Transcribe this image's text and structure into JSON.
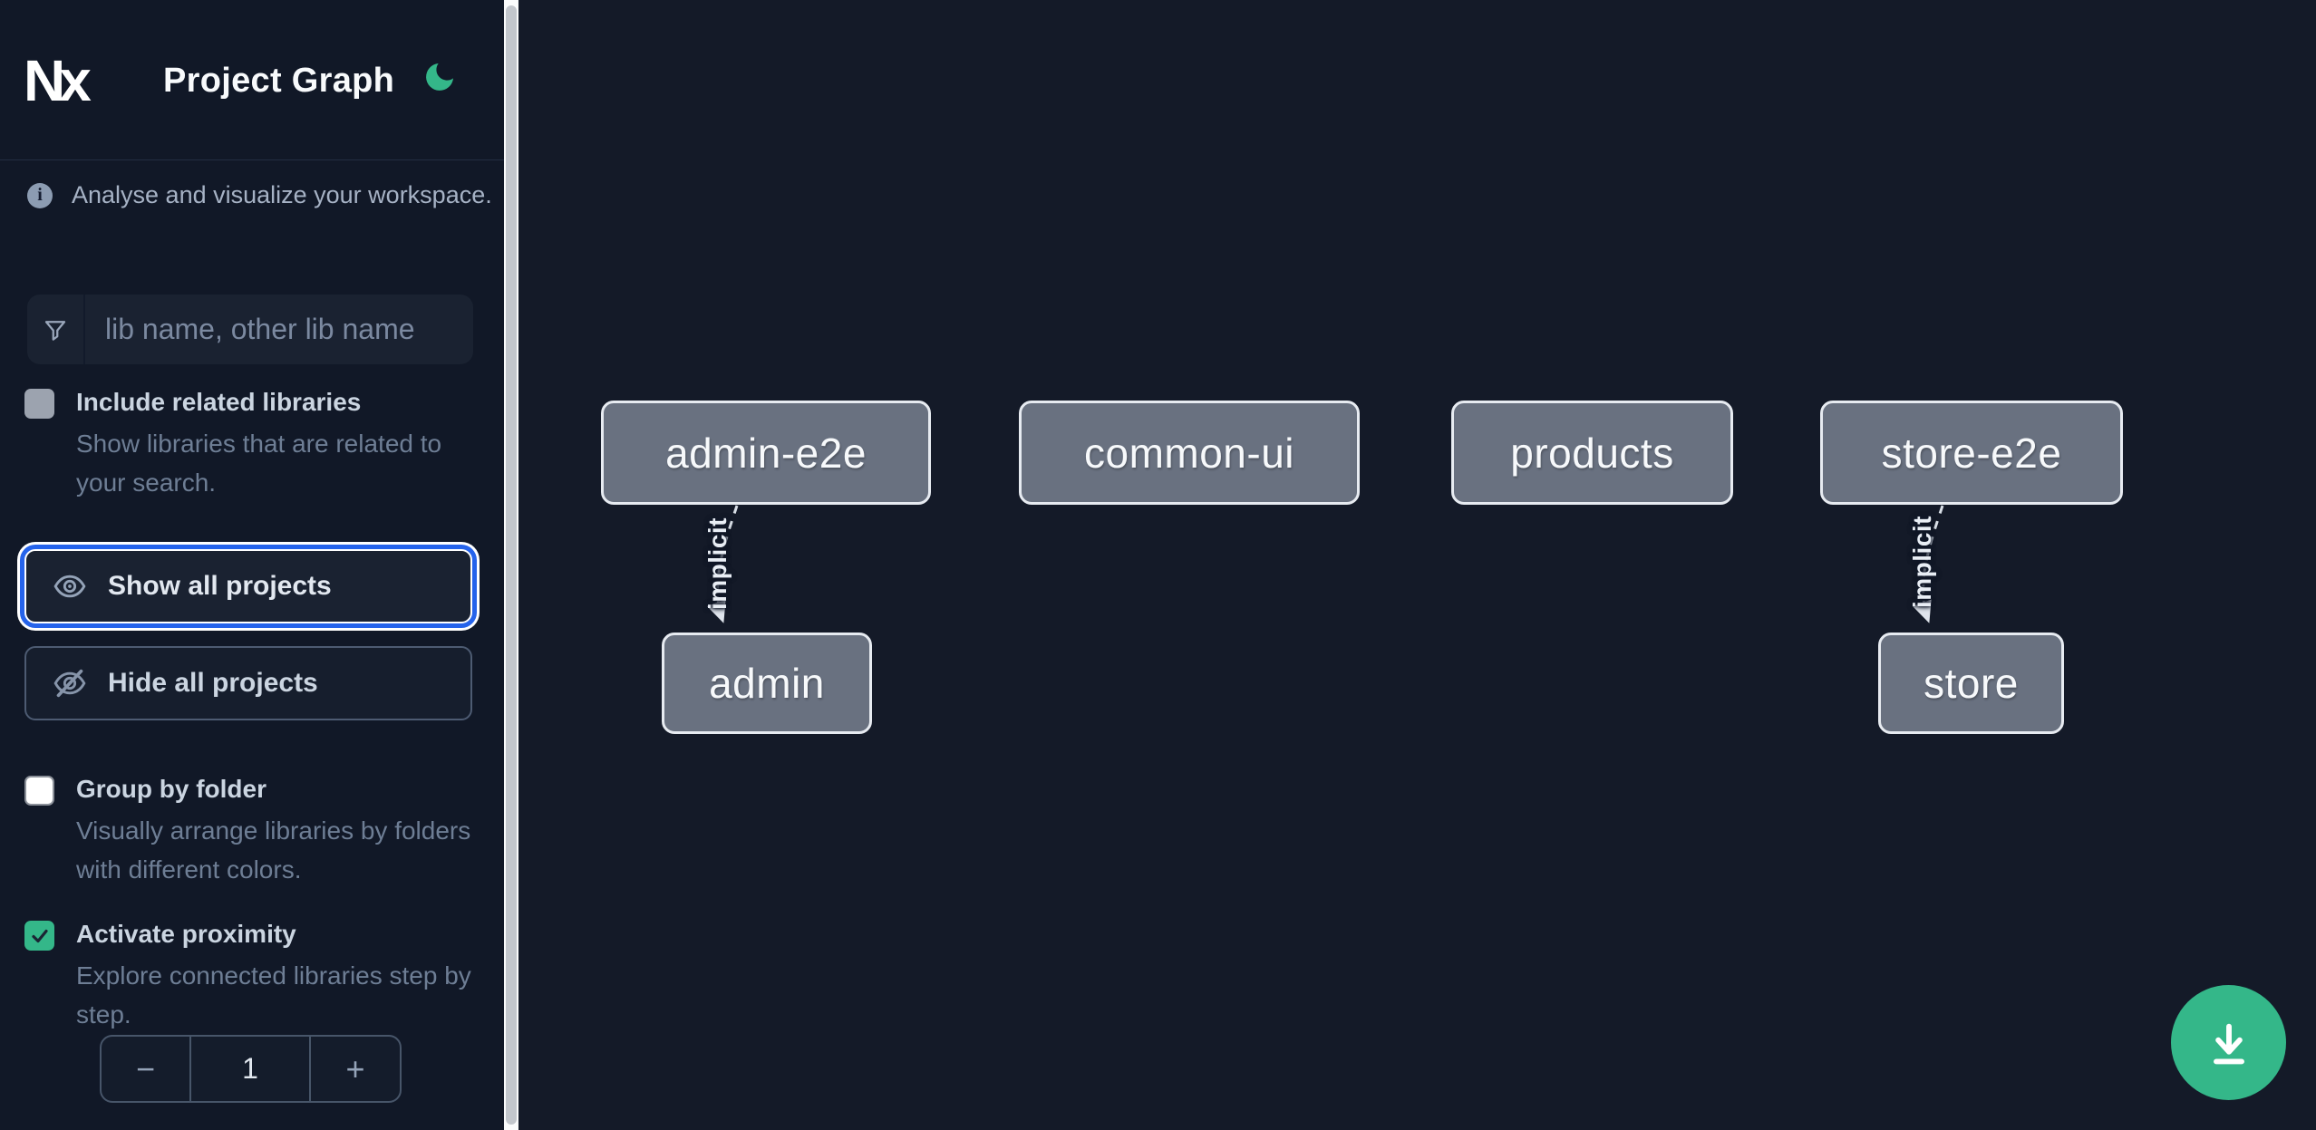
{
  "header": {
    "logo_text": "Nx",
    "title": "Project Graph"
  },
  "sidebar": {
    "info_text": "Analyse and visualize your workspace.",
    "search": {
      "placeholder": "lib name, other lib name"
    },
    "checkboxes": [
      {
        "label": "Include related libraries",
        "description": "Show libraries that are related to your search.",
        "checked": false
      },
      {
        "label": "Group by folder",
        "description": "Visually arrange libraries by folders with different colors.",
        "checked": false
      },
      {
        "label": "Activate proximity",
        "description": "Explore connected libraries step by step.",
        "checked": true
      }
    ],
    "buttons": {
      "show_all": "Show all projects",
      "hide_all": "Hide all projects"
    },
    "stepper": {
      "decrease": "−",
      "value": "1",
      "increase": "+"
    }
  },
  "graph": {
    "nodes": [
      {
        "id": "admin-e2e",
        "label": "admin-e2e"
      },
      {
        "id": "common-ui",
        "label": "common-ui"
      },
      {
        "id": "products",
        "label": "products"
      },
      {
        "id": "store-e2e",
        "label": "store-e2e"
      },
      {
        "id": "admin",
        "label": "admin"
      },
      {
        "id": "store",
        "label": "store"
      }
    ],
    "edges": [
      {
        "source": "admin-e2e",
        "target": "admin",
        "label": "implicit",
        "type": "implicit"
      },
      {
        "source": "store-e2e",
        "target": "store",
        "label": "implicit",
        "type": "implicit"
      }
    ]
  },
  "fab": {
    "icon": "download"
  },
  "colors": {
    "accent_green": "#34b789",
    "focus_blue": "#2563eb",
    "sidebar_bg": "#111827",
    "canvas_bg": "#141a28",
    "node_fill": "#697180",
    "node_border": "#e7ebf1",
    "edge": "#d9dfe7"
  }
}
